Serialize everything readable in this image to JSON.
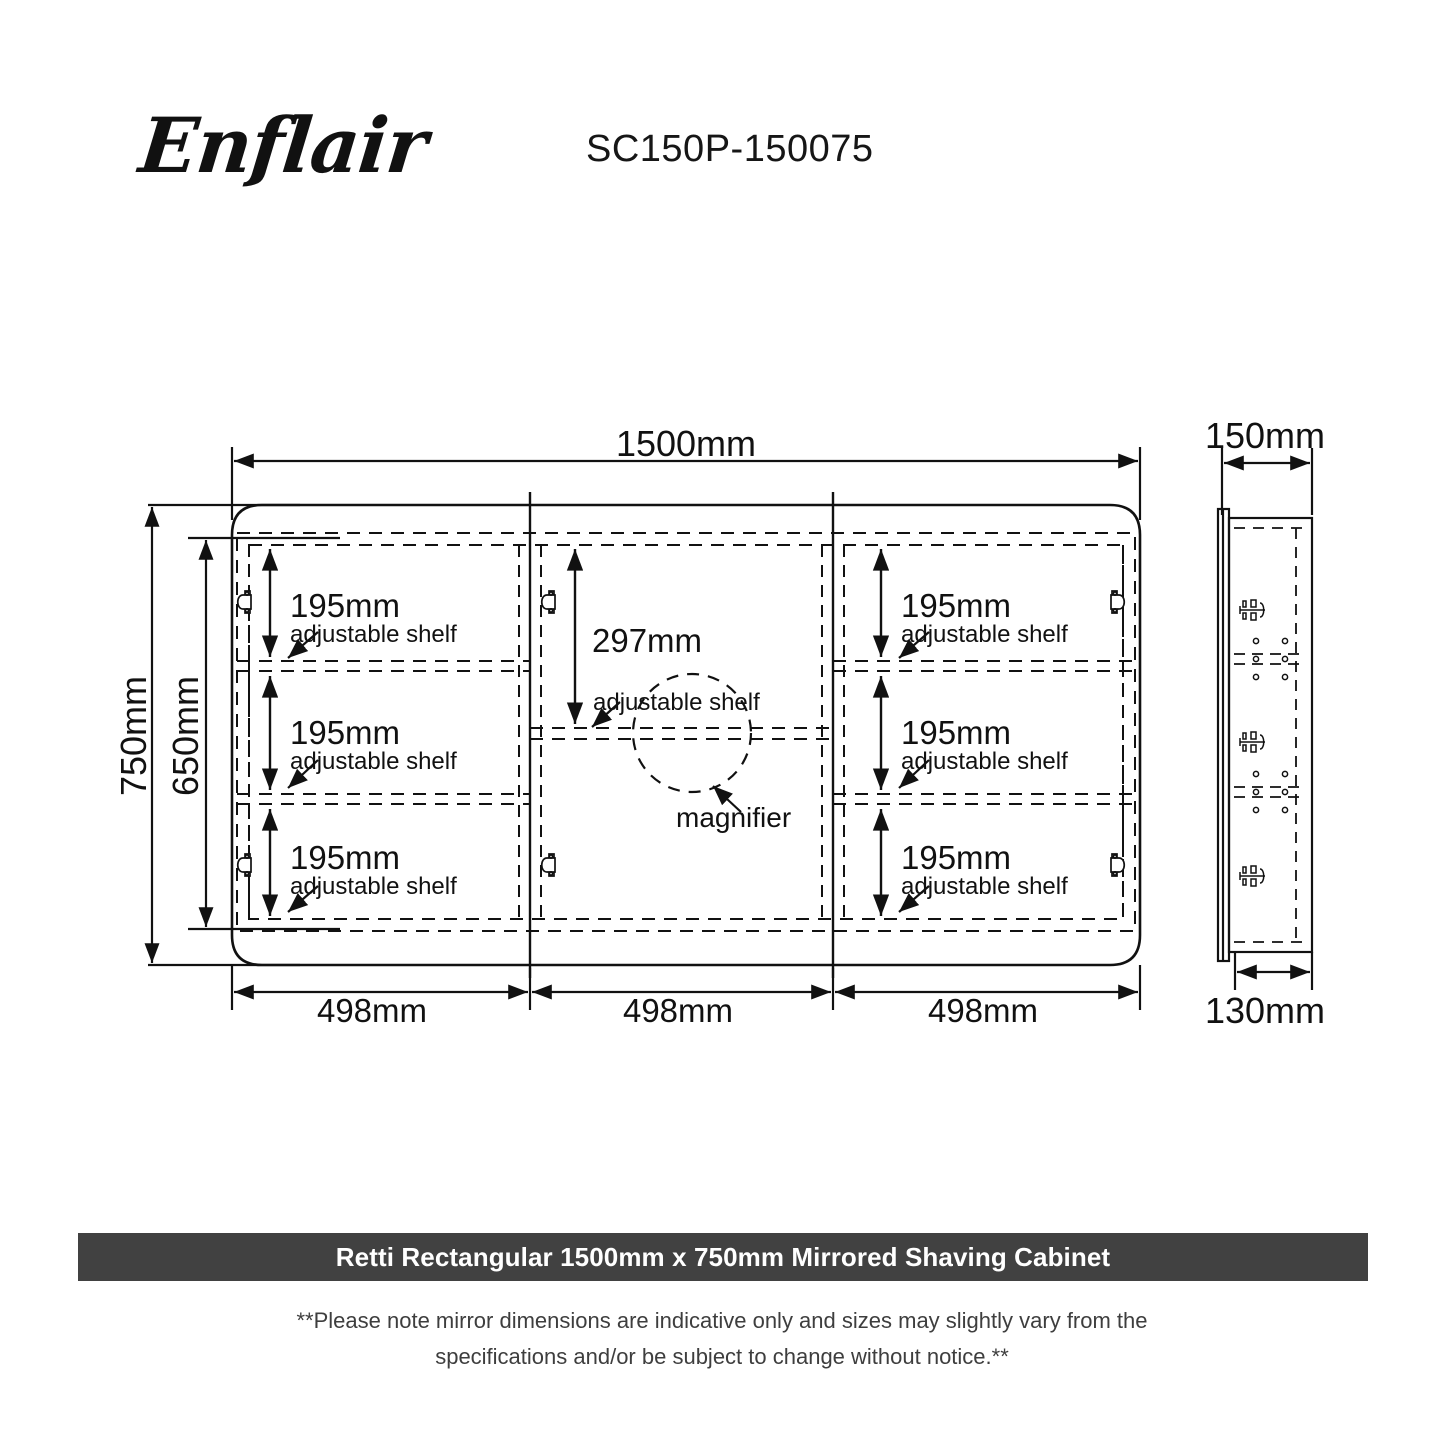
{
  "header": {
    "brand": "Enflair",
    "model_number": "SC150P-150075"
  },
  "drawing": {
    "front_view": {
      "width_label": "1500mm",
      "height_outer_label": "750mm",
      "height_inner_label": "650mm",
      "section_widths": [
        "498mm",
        "498mm",
        "498mm"
      ],
      "shelf_note": "adjustable shelf",
      "magnifier_label": "magnifier",
      "left_section_shelves": [
        "195mm",
        "195mm",
        "195mm"
      ],
      "center_section_shelves": [
        "297mm"
      ],
      "right_section_shelves": [
        "195mm",
        "195mm",
        "195mm"
      ]
    },
    "side_view": {
      "depth_total_label": "150mm",
      "depth_cabinet_label": "130mm"
    }
  },
  "footer": {
    "title": "Retti Rectangular 1500mm x 750mm Mirrored Shaving Cabinet",
    "disclaimer_line1": "**Please note mirror dimensions are indicative only and sizes may slightly vary from the",
    "disclaimer_line2": "specifications and/or be subject to change without notice.**"
  },
  "colors": {
    "line": "#111111",
    "banner_bg": "#414141",
    "banner_text": "#ffffff"
  }
}
